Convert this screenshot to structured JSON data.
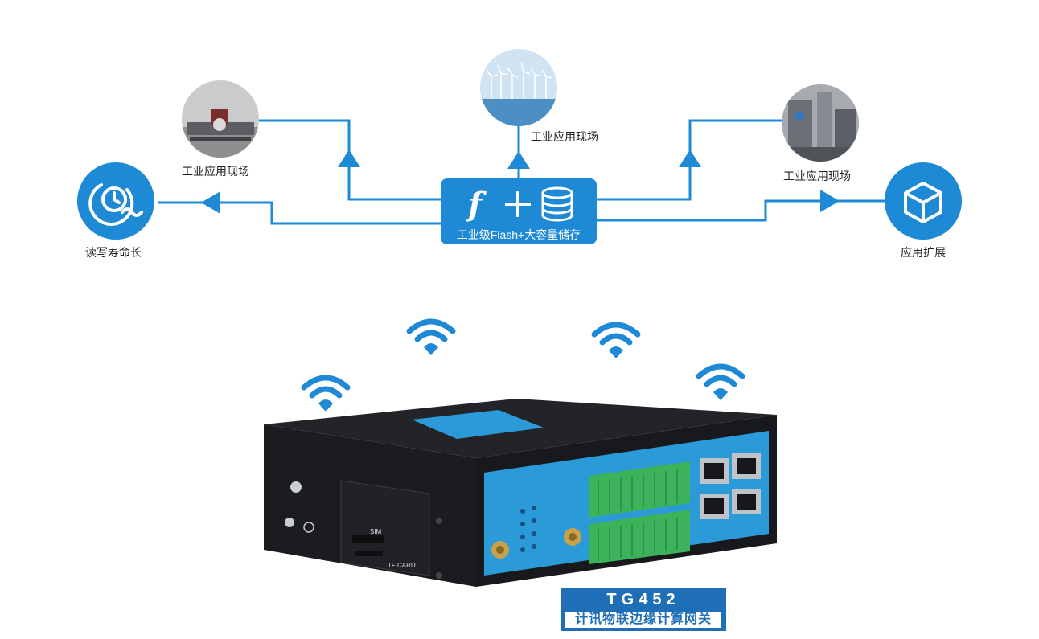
{
  "center": {
    "caption": "工业级Flash+大容量储存",
    "icons": [
      "flash-icon",
      "plus-icon",
      "database-icon"
    ]
  },
  "nodes": {
    "left_top": {
      "label": "工业应用现场",
      "icon": "factory-photo"
    },
    "top_center": {
      "label": "工业应用现场",
      "icon": "wind-turbines-photo"
    },
    "right_top": {
      "label": "工业应用现场",
      "icon": "factory-interior-photo"
    },
    "left": {
      "label": "读写寿命长",
      "icon": "clock-cycle-icon"
    },
    "right": {
      "label": "应用扩展",
      "icon": "cube-icon"
    }
  },
  "product": {
    "model": "TG452",
    "name": "计讯物联边缘计算网关",
    "ports": [
      "SIM",
      "TF CARD"
    ]
  },
  "colors": {
    "accent": "#1e8ad6",
    "badge": "#1f6fb8",
    "device_body": "#1a1c20",
    "device_panel": "#2a9ad8",
    "terminal_green": "#3cb25a"
  }
}
